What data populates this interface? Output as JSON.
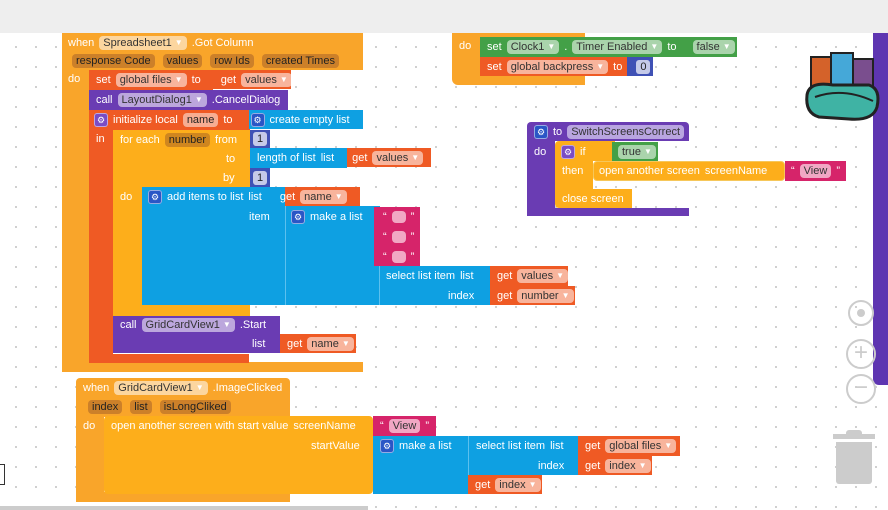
{
  "event1": {
    "when": "when",
    "component": "Spreadsheet1",
    "event": ".Got Column",
    "params": [
      "response Code",
      "values",
      "row Ids",
      "created Times"
    ],
    "do": "do",
    "set1": {
      "set": "set",
      "var": "global files",
      "to": "to",
      "get": "get",
      "value": "values"
    },
    "call1": {
      "call": "call",
      "component": "LayoutDialog1",
      "method": ".CancelDialog"
    },
    "init": {
      "label": "initialize local",
      "name": "name",
      "to": "to",
      "in": "in",
      "value": "create empty list"
    },
    "foreach": {
      "label": "for each",
      "var": "number",
      "from": "from",
      "to": "to",
      "by": "by",
      "do": "do",
      "from_value": "1",
      "by_value": "1",
      "to_block": "length of list",
      "to_list": "list",
      "get": "get",
      "to_var": "values"
    },
    "additems": {
      "label": "add items to list",
      "list": "list",
      "item": "item",
      "get": "get",
      "list_var": "name",
      "make": "make a list",
      "texts": [
        "",
        "",
        ""
      ],
      "select": "select list item",
      "select_list": "list",
      "index": "index",
      "sel_list_var": "values",
      "sel_index_var": "number"
    },
    "call2": {
      "call": "call",
      "component": "GridCardView1",
      "method": ".Start",
      "list": "list",
      "get": "get",
      "var": "name"
    }
  },
  "event2": {
    "when": "when",
    "component": "GridCardView1",
    "event": ".ImageClicked",
    "params": [
      "index",
      "list",
      "isLongCliked"
    ],
    "do": "do",
    "open": {
      "label": "open another screen with start value",
      "screen_name": "screenName",
      "start_value": "startValue",
      "screen": "View"
    },
    "make": "make a list",
    "select": "select list item",
    "select_list": "list",
    "index": "index",
    "get": "get",
    "list_var": "global files",
    "index_var": "index",
    "extra_var": "index"
  },
  "event3": {
    "do": "do",
    "set1": {
      "set": "set",
      "component": "Clock1",
      "dot": ".",
      "prop": "Timer Enabled",
      "to": "to",
      "value": "false"
    },
    "set2": {
      "set": "set",
      "var": "global backpress",
      "to": "to",
      "value": "0"
    }
  },
  "procedure": {
    "to": "to",
    "name": "SwitchScreensCorrect",
    "do": "do",
    "if": "if",
    "cond": "true",
    "then": "then",
    "open": "open another screen",
    "screen_name": "screenName",
    "screen": "View",
    "close": "close screen"
  },
  "colors": {
    "event": "#f9a52a",
    "control": "#fdae1b",
    "variable": "#ef5a24",
    "component": "#6a3cb3",
    "list": "#0ea0e2",
    "math": "#3f51b5",
    "text": "#d6246a",
    "logic": "#43a047"
  },
  "icons": [
    "backpack-icon",
    "recenter-icon",
    "zoom-in-icon",
    "zoom-out-icon",
    "trash-icon"
  ]
}
